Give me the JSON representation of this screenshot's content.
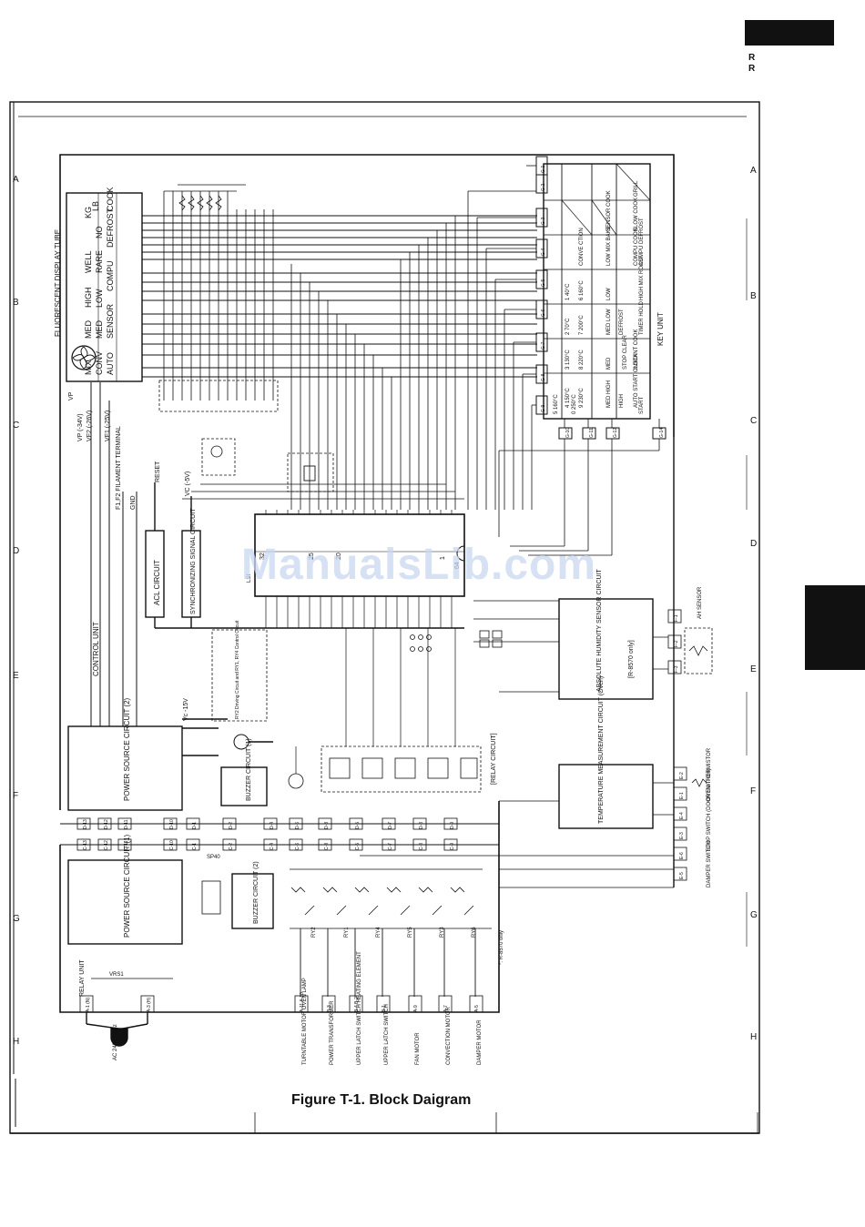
{
  "header": {
    "side_codes": [
      "R",
      "R"
    ]
  },
  "caption": "Figure T-1. Block Daigram",
  "watermark": "ManualsLib.com",
  "grid": {
    "rows_left": [
      "A",
      "B",
      "C",
      "D",
      "E",
      "F",
      "G",
      "H"
    ],
    "rows_right": [
      "A",
      "B",
      "C",
      "D",
      "E",
      "F",
      "G",
      "H"
    ]
  },
  "display": {
    "title": "FLUORESCENT DISPLAY TUBE",
    "labels": [
      "MIX",
      "CONV",
      "AUTO",
      "MED",
      "MED",
      "SENSOR",
      "HIGH",
      "LOW",
      "COMPU",
      "WELL",
      "RARE",
      "DEFROST",
      "NO",
      "COOK",
      "KG",
      "LB"
    ],
    "power_labels": [
      "VP",
      "VP (-34V)",
      "VF2 (-26V)",
      "VF1 (-25V)",
      "F1,F2 FILAMENT TERMINAL",
      "GND"
    ]
  },
  "keypad": {
    "title": "KEY UNIT",
    "g_terminals": [
      "G-1",
      "G-2",
      "G-3",
      "G-4",
      "G-5",
      "G-6",
      "G-7",
      "G-8",
      "G-9"
    ],
    "g_bottom": [
      "G-10",
      "G-11",
      "G-12",
      "G-14"
    ],
    "rows": [
      [
        "GRILL",
        "SLOW COOK",
        "COMPU COOK"
      ],
      [
        "SENSOR COOK",
        "",
        ""
      ],
      [
        "CONVE CTION",
        "LOW MIX BAKE",
        "HIGH MIX ROAST"
      ],
      [
        "1 40°C",
        "LOW",
        "COMPU DEFROST"
      ],
      [
        "6 160°C",
        "MED LOW",
        "TIMER HOLD"
      ],
      [
        "2 70°C",
        "DEFROST",
        "INSTANT COOK"
      ],
      [
        "7 200°C",
        "MED",
        "STOP CLEAR"
      ],
      [
        "3 130°C",
        "MED HIGH",
        "AUTO START CLOCK"
      ],
      [
        "8 220°C",
        "HIGH",
        "START"
      ],
      [
        "4 150°C",
        "",
        ""
      ],
      [
        "9 230°C",
        "",
        ""
      ],
      [
        "5 160°C",
        "",
        ""
      ],
      [
        "0 250°C",
        "",
        ""
      ]
    ]
  },
  "blocks": {
    "control_unit": "CONTROL UNIT",
    "acl": "ACL CIRCUIT",
    "sync": "SYNCHRONIZING SIGNAL CIRCUIT",
    "psu2": "POWER SOURCE CIRCUIT (2)",
    "buzzer1": "BUZZER CIRCUIT (1)",
    "relay_circuit": "[RELAY CIRCUIT]",
    "humidity": "ABSOLUTE HUMIDITY SENSOR CIRCUIT",
    "humidity_note": "[R-8570 only]",
    "temperature": "TEMPERATURE MEASUREMENT CIRCUIT (Oven)",
    "psu1": "POWER SOURCE CIRCUIT (1)",
    "buzzer2": "BUZZER CIRCUIT (2)",
    "relay_unit": "RELAY UNIT",
    "drive_note": "RY2 Driving Circuit and RY1, RY4 Control Circuit",
    "ah_sensor": "AH SENSOR",
    "oven_thermistor": "OVEN THERMISTOR",
    "stop_switch": "STOP SWITCH (DOOR SWITCH)",
    "damper_switch": "DAMPER SWITCH",
    "r8570_note": "*: R-8570 only",
    "ac_label": "AC 240V 50Hz",
    "reset": "RESET",
    "vc": "VC (-5V)",
    "vc15": "Vc -15V",
    "sp40": "SP40",
    "vrs1": "VRS1"
  },
  "relays": [
    "RY2",
    "RY1",
    "RY4",
    "RY5",
    "RY3",
    "RY6"
  ],
  "outputs": [
    {
      "terms": "A-11 A-10",
      "label": "TURNTABLE MOTOR OVEN LAMP"
    },
    {
      "terms": "B-3",
      "label": "POWER TRANSFORMER"
    },
    {
      "terms": "B-4 B-2",
      "label": "UPPER LATCH SWITCH HEATING ELEMENT"
    },
    {
      "terms": "B-1",
      "label": "UPPER LATCH SWITCH"
    },
    {
      "terms": "A-9",
      "label": "FAN MOTOR"
    },
    {
      "terms": "A-7",
      "label": "CONVECTION MOTOR"
    },
    {
      "terms": "A-5",
      "label": "DAMPER MOTOR"
    }
  ],
  "connectors": {
    "d_row": [
      "D-13",
      "D-12",
      "D-11",
      "D-10",
      "D-1",
      "D-2",
      "D-4",
      "D-6",
      "D-3",
      "D-5",
      "D-7",
      "D-8",
      "D-9"
    ],
    "c_row": [
      "C-13",
      "C-12",
      "C-11",
      "C-10",
      "C-1",
      "C-2",
      "C-4",
      "C-6",
      "C-3",
      "C-5",
      "C-7",
      "C-8",
      "C-9"
    ],
    "f_row": [
      "F-1",
      "F-2",
      "F-3"
    ],
    "e_row": [
      "E-2",
      "E-1",
      "E-4",
      "E-3",
      "E-6",
      "E-5"
    ],
    "ac_terms": [
      "A-1 (N)",
      "A-3 (H)"
    ]
  },
  "chip": {
    "pins_top": "LSI",
    "pin_numbers": [
      "32",
      "25",
      "20",
      "1",
      "64"
    ]
  }
}
